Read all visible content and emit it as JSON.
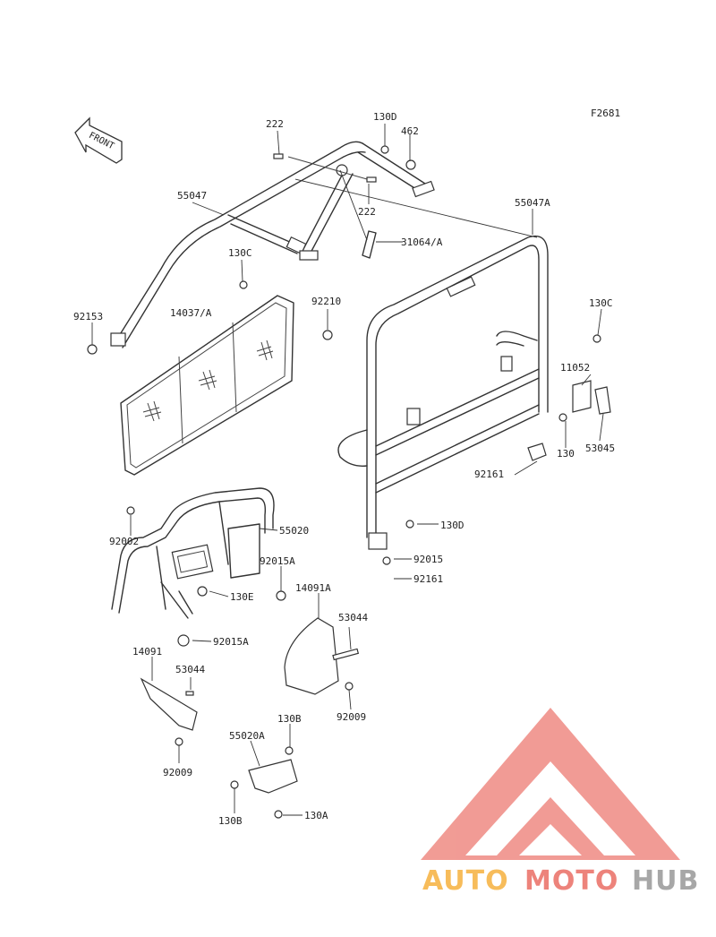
{
  "figure_code": "F2681",
  "front_arrow_label": "FRONT",
  "parts": {
    "p222a": "222",
    "p130Da": "130D",
    "p462": "462",
    "p55047": "55047",
    "p222b": "222",
    "p55047A": "55047A",
    "p31064A": "31064/A",
    "p130Ca": "130C",
    "p92210": "92210",
    "p92153": "92153",
    "p14037A": "14037/A",
    "p130Cb": "130C",
    "p11052": "11052",
    "p130": "130",
    "p53045": "53045",
    "p92161a": "92161",
    "p92002": "92002",
    "p55020": "55020",
    "p130Db": "130D",
    "p92015A_a": "92015A",
    "p92015": "92015",
    "p130E": "130E",
    "p92161b": "92161",
    "p14091A": "14091A",
    "p53044a": "53044",
    "p92015A_b": "92015A",
    "p14091": "14091",
    "p53044b": "53044",
    "p92009a": "92009",
    "p130Ba": "130B",
    "p55020A": "55020A",
    "p92009b": "92009",
    "p130Bb": "130B",
    "p130A": "130A"
  },
  "watermark": {
    "part1": "AUTO",
    "part2": "MOTO",
    "part3": "HUB",
    "color_orange": "#f5a623",
    "color_red": "#e85a4f",
    "color_gray": "#8a8a8a"
  }
}
